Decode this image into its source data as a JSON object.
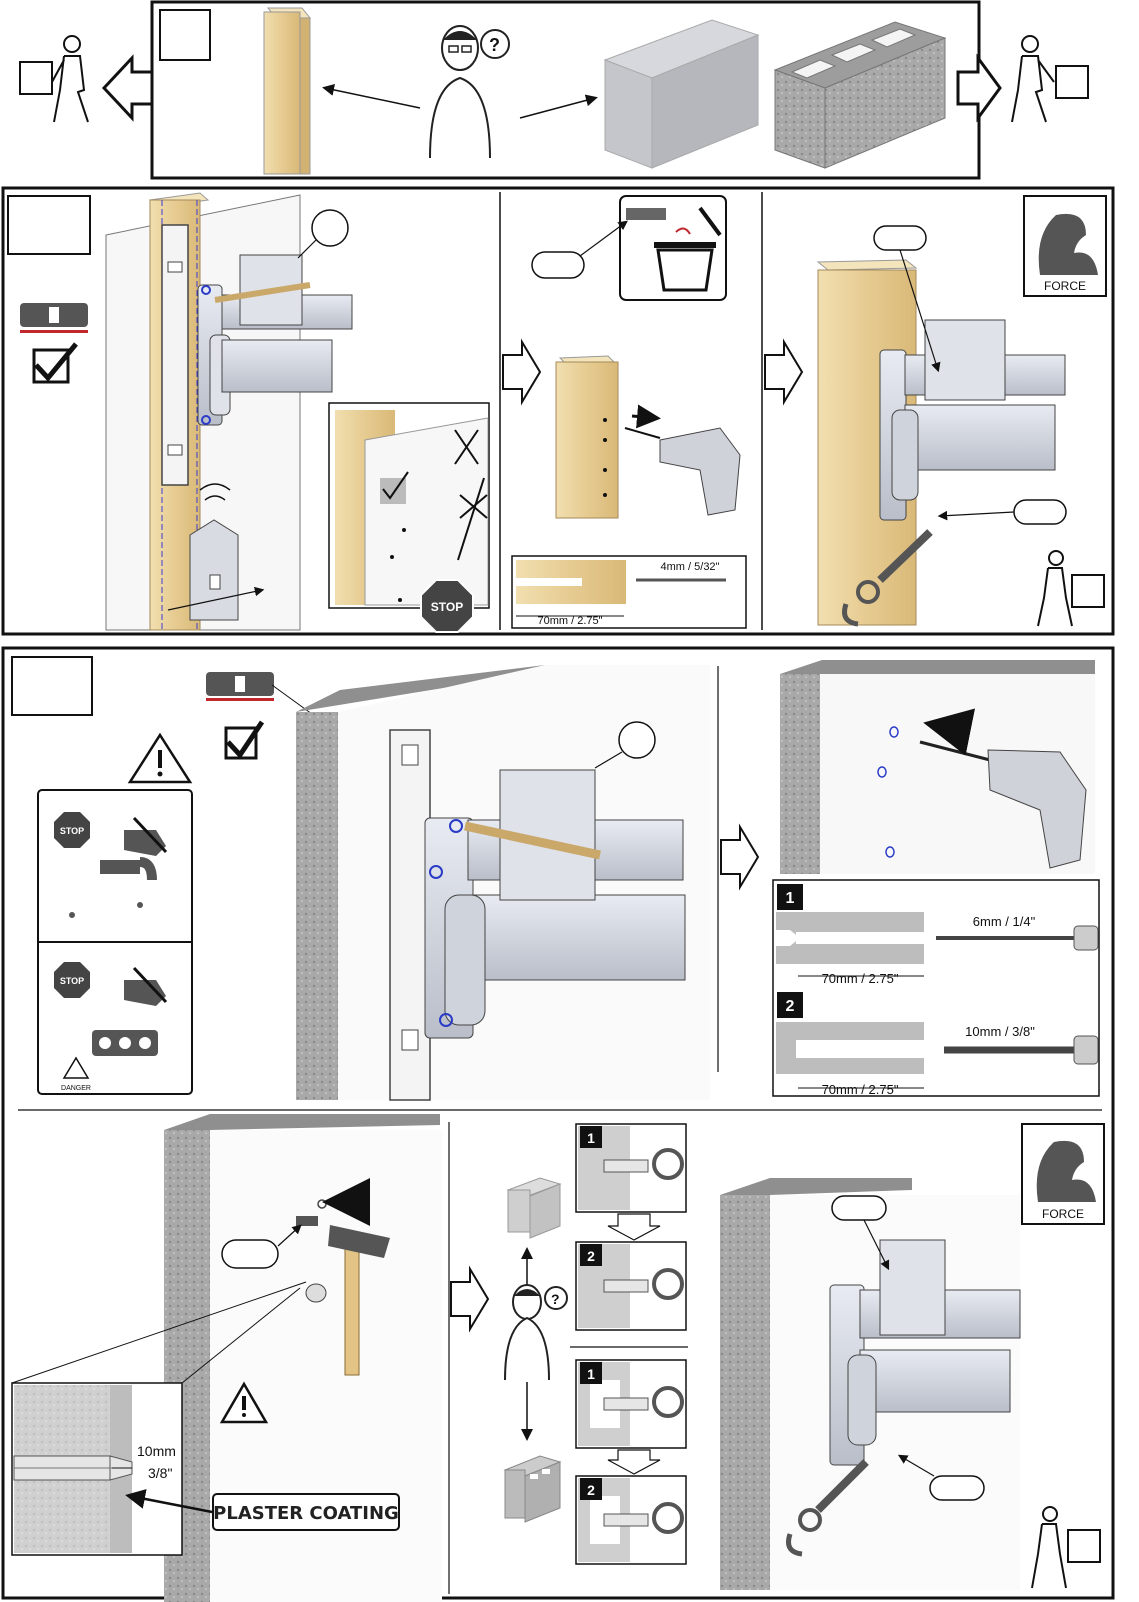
{
  "wood_drill": {
    "depth": "70mm / 2.75\"",
    "bit": "4mm / 5/32\""
  },
  "solid_wall_drill": {
    "step1_number": "1",
    "step1_bit": "6mm / 1/4\"",
    "step1_depth": "70mm / 2.75\"",
    "step2_number": "2",
    "step2_bit": "10mm / 3/8\"",
    "step2_depth": "70mm / 2.75\""
  },
  "plaster": {
    "depth_line1": "10mm",
    "depth_line2": "3/8\"",
    "coating_label": "PLASTER COATING"
  },
  "badges": {
    "force_label": "FORCE",
    "stop_label": "STOP",
    "danger_label": "DANGER"
  },
  "anchor_steps": {
    "solid_1": "1",
    "solid_2": "2",
    "hollow_1": "1",
    "hollow_2": "2"
  },
  "colors": {
    "wood": "#e9d3a0",
    "wall": "#9c9c9c",
    "bracket": "#cfd3dc",
    "level_red": "#c0282d"
  }
}
